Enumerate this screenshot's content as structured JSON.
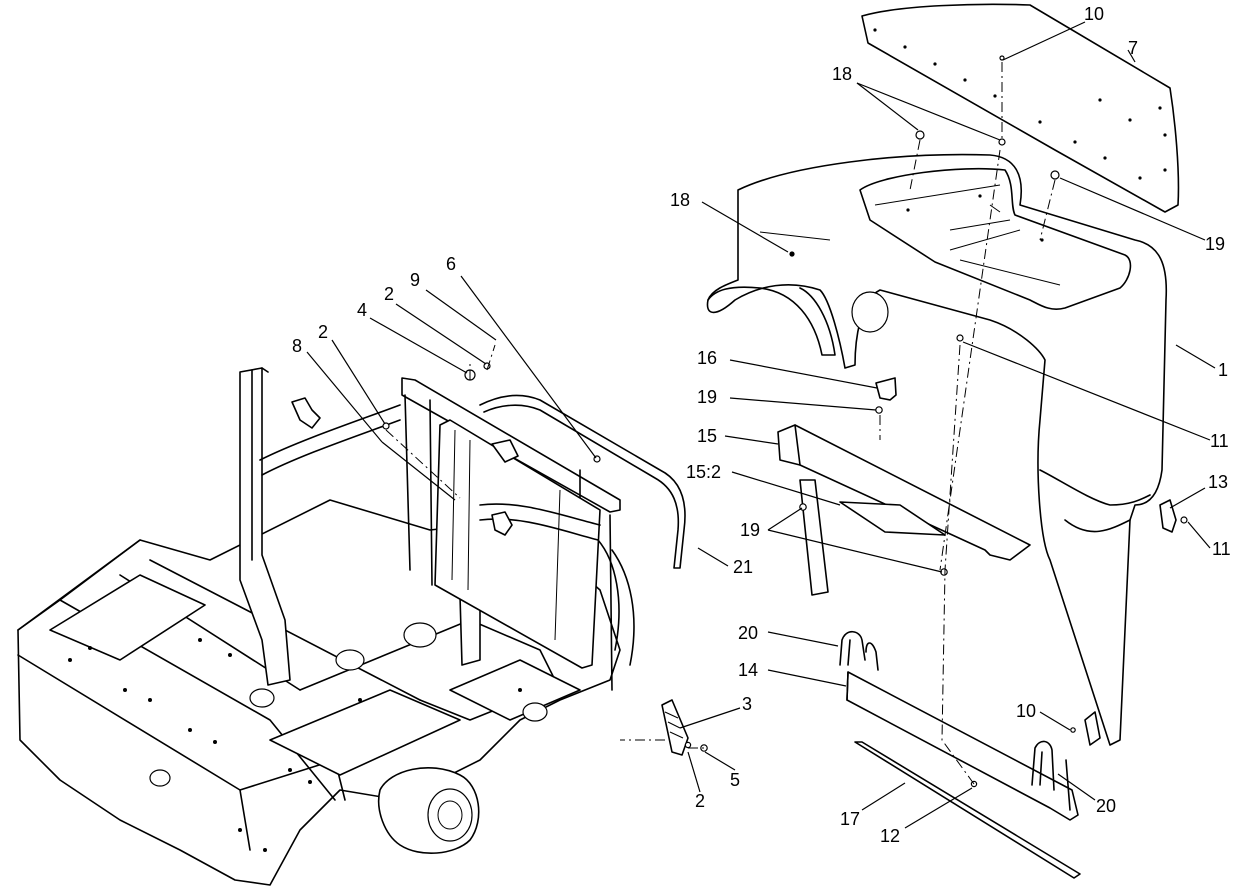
{
  "diagram": {
    "callouts": [
      {
        "id": "c10a",
        "text": "10"
      },
      {
        "id": "c7",
        "text": "7"
      },
      {
        "id": "c18a",
        "text": "18"
      },
      {
        "id": "c18b",
        "text": "18"
      },
      {
        "id": "c19a",
        "text": "19"
      },
      {
        "id": "c1",
        "text": "1"
      },
      {
        "id": "c16",
        "text": "16"
      },
      {
        "id": "c19b",
        "text": "19"
      },
      {
        "id": "c11a",
        "text": "11"
      },
      {
        "id": "c15",
        "text": "15"
      },
      {
        "id": "c152",
        "text": "15:2"
      },
      {
        "id": "c13",
        "text": "13"
      },
      {
        "id": "c19c",
        "text": "19"
      },
      {
        "id": "c11b",
        "text": "11"
      },
      {
        "id": "c21",
        "text": "21"
      },
      {
        "id": "c6",
        "text": "6"
      },
      {
        "id": "c9",
        "text": "9"
      },
      {
        "id": "c2a",
        "text": "2"
      },
      {
        "id": "c4",
        "text": "4"
      },
      {
        "id": "c2b",
        "text": "2"
      },
      {
        "id": "c8",
        "text": "8"
      },
      {
        "id": "c20a",
        "text": "20"
      },
      {
        "id": "c14",
        "text": "14"
      },
      {
        "id": "c3",
        "text": "3"
      },
      {
        "id": "c10b",
        "text": "10"
      },
      {
        "id": "c5",
        "text": "5"
      },
      {
        "id": "c2c",
        "text": "2"
      },
      {
        "id": "c20b",
        "text": "20"
      },
      {
        "id": "c17",
        "text": "17"
      },
      {
        "id": "c12",
        "text": "12"
      }
    ]
  }
}
